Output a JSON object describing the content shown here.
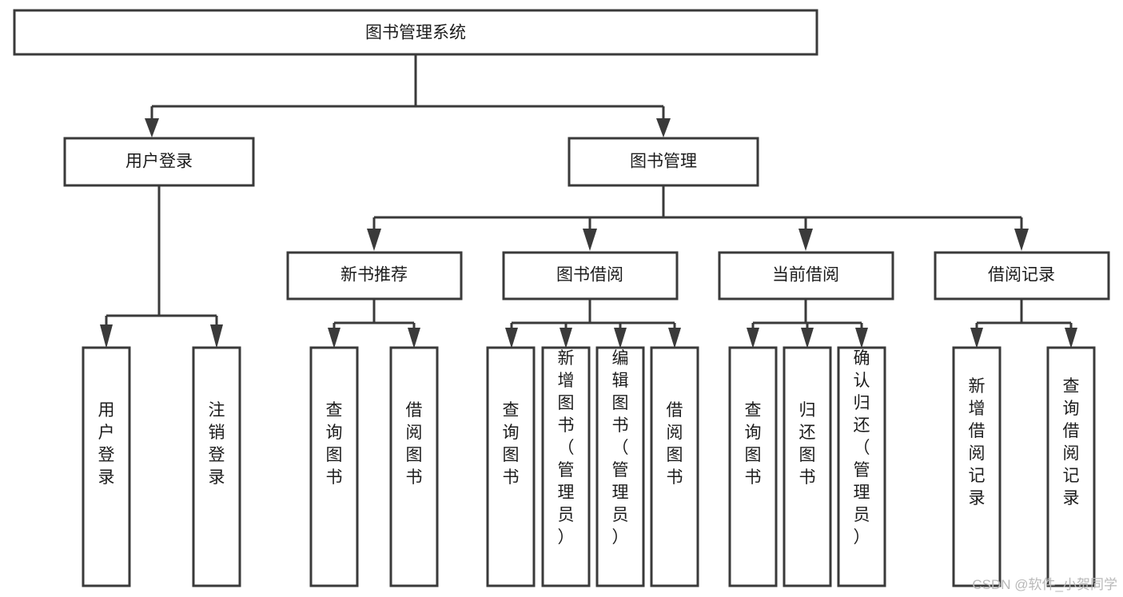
{
  "diagram": {
    "title": "图书管理系统",
    "type": "tree-hierarchy-chart",
    "root": {
      "id": "root",
      "label": "图书管理系统",
      "orientation": "horizontal"
    },
    "level2": [
      {
        "id": "user-login",
        "label": "用户登录",
        "orientation": "horizontal"
      },
      {
        "id": "book-management",
        "label": "图书管理",
        "orientation": "horizontal"
      }
    ],
    "level3": [
      {
        "id": "new-book-recommend",
        "label": "新书推荐",
        "orientation": "horizontal"
      },
      {
        "id": "book-borrow",
        "label": "图书借阅",
        "orientation": "horizontal"
      },
      {
        "id": "current-borrow",
        "label": "当前借阅",
        "orientation": "horizontal"
      },
      {
        "id": "borrow-record",
        "label": "借阅记录",
        "orientation": "horizontal"
      }
    ],
    "leaves": {
      "user_login": [
        {
          "id": "leaf-user-login",
          "label": "用户登录",
          "orientation": "vertical"
        },
        {
          "id": "leaf-logout",
          "label": "注销登录",
          "orientation": "vertical"
        }
      ],
      "new_book_recommend": [
        {
          "id": "leaf-query-book-1",
          "label": "查询图书",
          "orientation": "vertical"
        },
        {
          "id": "leaf-borrow-book-1",
          "label": "借阅图书",
          "orientation": "vertical"
        }
      ],
      "book_borrow": [
        {
          "id": "leaf-query-book-2",
          "label": "查询图书",
          "orientation": "vertical"
        },
        {
          "id": "leaf-add-book",
          "label": "新增图书（管理员）",
          "orientation": "vertical"
        },
        {
          "id": "leaf-edit-book",
          "label": "编辑图书（管理员）",
          "orientation": "vertical"
        },
        {
          "id": "leaf-borrow-book-2",
          "label": "借阅图书",
          "orientation": "vertical"
        }
      ],
      "current_borrow": [
        {
          "id": "leaf-query-book-3",
          "label": "查询图书",
          "orientation": "vertical"
        },
        {
          "id": "leaf-return-book",
          "label": "归还图书",
          "orientation": "vertical"
        },
        {
          "id": "leaf-confirm-return",
          "label": "确认归还（管理员）",
          "orientation": "vertical"
        }
      ],
      "borrow_record": [
        {
          "id": "leaf-add-record",
          "label": "新增借阅记录",
          "orientation": "vertical"
        },
        {
          "id": "leaf-query-record",
          "label": "查询借阅记录",
          "orientation": "vertical"
        }
      ]
    },
    "colors": {
      "stroke": "#3a3a3a",
      "fill": "#ffffff",
      "text": "#1c1c1c",
      "watermark": "#b9b9b9"
    }
  },
  "watermark": {
    "text": "CSDN @软件_小贺同学"
  }
}
